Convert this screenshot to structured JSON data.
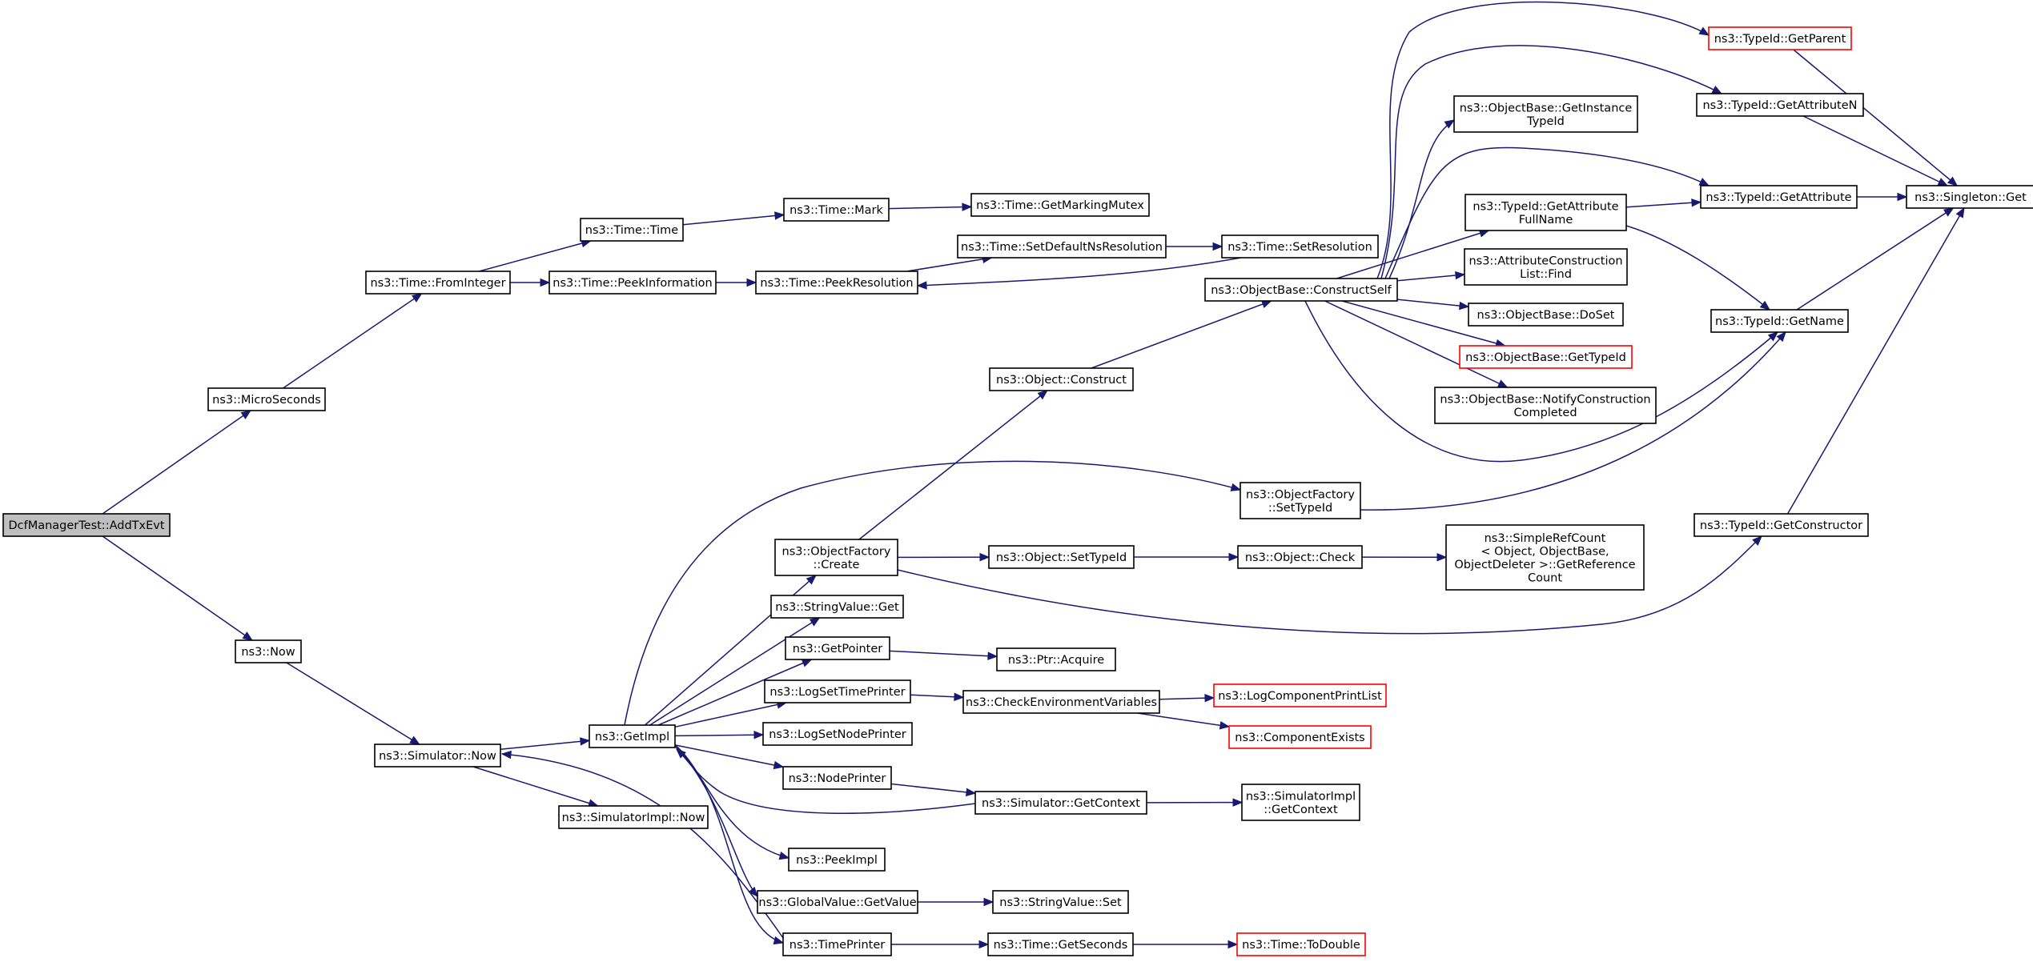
{
  "diagram": {
    "type": "call-graph",
    "root": "DcfManagerTest::AddTxEvt",
    "colors": {
      "edge": "#191970",
      "node_border": "#000000",
      "truncated_node_border": "#ff0000",
      "root_fill": "#bfbfbf"
    },
    "nodes": [
      {
        "id": "root",
        "label": [
          "DcfManagerTest::AddTxEvt"
        ],
        "style": "highlight"
      },
      {
        "id": "micro",
        "label": [
          "ns3::MicroSeconds"
        ]
      },
      {
        "id": "now",
        "label": [
          "ns3::Now"
        ]
      },
      {
        "id": "fromint",
        "label": [
          "ns3::Time::FromInteger"
        ]
      },
      {
        "id": "timetime",
        "label": [
          "ns3::Time::Time"
        ]
      },
      {
        "id": "peekinfo",
        "label": [
          "ns3::Time::PeekInformation"
        ]
      },
      {
        "id": "mark",
        "label": [
          "ns3::Time::Mark"
        ]
      },
      {
        "id": "mutex",
        "label": [
          "ns3::Time::GetMarkingMutex"
        ]
      },
      {
        "id": "peekres",
        "label": [
          "ns3::Time::PeekResolution"
        ]
      },
      {
        "id": "setdefns",
        "label": [
          "ns3::Time::SetDefaultNsResolution"
        ]
      },
      {
        "id": "setres",
        "label": [
          "ns3::Time::SetResolution"
        ]
      },
      {
        "id": "simnow",
        "label": [
          "ns3::Simulator::Now"
        ]
      },
      {
        "id": "getimpl",
        "label": [
          "ns3::GetImpl"
        ]
      },
      {
        "id": "simimplnow",
        "label": [
          "ns3::SimulatorImpl::Now"
        ]
      },
      {
        "id": "ofcreate",
        "label": [
          "ns3::ObjectFactory",
          "::Create"
        ]
      },
      {
        "id": "svget",
        "label": [
          "ns3::StringValue::Get"
        ]
      },
      {
        "id": "getptr",
        "label": [
          "ns3::GetPointer"
        ]
      },
      {
        "id": "logtime",
        "label": [
          "ns3::LogSetTimePrinter"
        ]
      },
      {
        "id": "lognode",
        "label": [
          "ns3::LogSetNodePrinter"
        ]
      },
      {
        "id": "nodeprinter",
        "label": [
          "ns3::NodePrinter"
        ]
      },
      {
        "id": "peekimpl",
        "label": [
          "ns3::PeekImpl"
        ]
      },
      {
        "id": "gvget",
        "label": [
          "ns3::GlobalValue::GetValue"
        ]
      },
      {
        "id": "timeprinter",
        "label": [
          "ns3::TimePrinter"
        ]
      },
      {
        "id": "objconstruct",
        "label": [
          "ns3::Object::Construct"
        ]
      },
      {
        "id": "objsettid",
        "label": [
          "ns3::Object::SetTypeId"
        ]
      },
      {
        "id": "ptracq",
        "label": [
          "ns3::Ptr::Acquire"
        ]
      },
      {
        "id": "checkenv",
        "label": [
          "ns3::CheckEnvironmentVariables"
        ]
      },
      {
        "id": "simgetctx",
        "label": [
          "ns3::Simulator::GetContext"
        ]
      },
      {
        "id": "svset",
        "label": [
          "ns3::StringValue::Set"
        ]
      },
      {
        "id": "getsec",
        "label": [
          "ns3::Time::GetSeconds"
        ]
      },
      {
        "id": "objcheck",
        "label": [
          "ns3::Object::Check"
        ]
      },
      {
        "id": "ofsettid",
        "label": [
          "ns3::ObjectFactory",
          "::SetTypeId"
        ]
      },
      {
        "id": "obconstruct",
        "label": [
          "ns3::ObjectBase::ConstructSelf"
        ]
      },
      {
        "id": "logcomp",
        "label": [
          "ns3::LogComponentPrintList"
        ],
        "style": "truncated"
      },
      {
        "id": "compexists",
        "label": [
          "ns3::ComponentExists"
        ],
        "style": "truncated"
      },
      {
        "id": "simimplctx",
        "label": [
          "ns3::SimulatorImpl",
          "::GetContext"
        ]
      },
      {
        "id": "todouble",
        "label": [
          "ns3::Time::ToDouble"
        ],
        "style": "truncated"
      },
      {
        "id": "srcount",
        "label": [
          "ns3::SimpleRefCount",
          "< Object, ObjectBase,",
          "ObjectDeleter >::GetReference",
          "Count"
        ]
      },
      {
        "id": "obgetinst",
        "label": [
          "ns3::ObjectBase::GetInstance",
          "TypeId"
        ]
      },
      {
        "id": "tidgetattrfull",
        "label": [
          "ns3::TypeId::GetAttribute",
          "FullName"
        ]
      },
      {
        "id": "acfind",
        "label": [
          "ns3::AttributeConstruction",
          "List::Find"
        ]
      },
      {
        "id": "obdoset",
        "label": [
          "ns3::ObjectBase::DoSet"
        ]
      },
      {
        "id": "obgettid",
        "label": [
          "ns3::ObjectBase::GetTypeId"
        ],
        "style": "truncated"
      },
      {
        "id": "obnotify",
        "label": [
          "ns3::ObjectBase::NotifyConstruction",
          "Completed"
        ]
      },
      {
        "id": "tidparent",
        "label": [
          "ns3::TypeId::GetParent"
        ],
        "style": "truncated"
      },
      {
        "id": "tidattrn",
        "label": [
          "ns3::TypeId::GetAttributeN"
        ]
      },
      {
        "id": "tidattr",
        "label": [
          "ns3::TypeId::GetAttribute"
        ]
      },
      {
        "id": "tidname",
        "label": [
          "ns3::TypeId::GetName"
        ]
      },
      {
        "id": "tidctor",
        "label": [
          "ns3::TypeId::GetConstructor"
        ]
      },
      {
        "id": "singleton",
        "label": [
          "ns3::Singleton::Get"
        ]
      }
    ],
    "edges": [
      [
        "root",
        "micro"
      ],
      [
        "root",
        "now"
      ],
      [
        "micro",
        "fromint"
      ],
      [
        "fromint",
        "timetime"
      ],
      [
        "fromint",
        "peekinfo"
      ],
      [
        "timetime",
        "mark"
      ],
      [
        "mark",
        "mutex"
      ],
      [
        "peekinfo",
        "peekres"
      ],
      [
        "peekres",
        "setdefns"
      ],
      [
        "setdefns",
        "setres"
      ],
      [
        "setres",
        "peekres"
      ],
      [
        "now",
        "simnow"
      ],
      [
        "simnow",
        "getimpl"
      ],
      [
        "simnow",
        "simimplnow"
      ],
      [
        "getimpl",
        "ofcreate"
      ],
      [
        "getimpl",
        "svget"
      ],
      [
        "getimpl",
        "getptr"
      ],
      [
        "getimpl",
        "logtime"
      ],
      [
        "getimpl",
        "lognode"
      ],
      [
        "getimpl",
        "nodeprinter"
      ],
      [
        "getimpl",
        "peekimpl"
      ],
      [
        "getimpl",
        "gvget"
      ],
      [
        "getimpl",
        "timeprinter"
      ],
      [
        "getimpl",
        "ofsettid"
      ],
      [
        "ofcreate",
        "objconstruct"
      ],
      [
        "ofcreate",
        "objsettid"
      ],
      [
        "ofcreate",
        "tidctor"
      ],
      [
        "objsettid",
        "objcheck"
      ],
      [
        "objcheck",
        "srcount"
      ],
      [
        "getptr",
        "ptracq"
      ],
      [
        "logtime",
        "checkenv"
      ],
      [
        "checkenv",
        "logcomp"
      ],
      [
        "checkenv",
        "compexists"
      ],
      [
        "nodeprinter",
        "simgetctx"
      ],
      [
        "simgetctx",
        "getimpl"
      ],
      [
        "simgetctx",
        "simimplctx"
      ],
      [
        "gvget",
        "svset"
      ],
      [
        "timeprinter",
        "getsec"
      ],
      [
        "timeprinter",
        "simnow"
      ],
      [
        "getsec",
        "todouble"
      ],
      [
        "objconstruct",
        "obconstruct"
      ],
      [
        "obconstruct",
        "obgetinst"
      ],
      [
        "obconstruct",
        "tidgetattrfull"
      ],
      [
        "obconstruct",
        "acfind"
      ],
      [
        "obconstruct",
        "obdoset"
      ],
      [
        "obconstruct",
        "obgettid"
      ],
      [
        "obconstruct",
        "obnotify"
      ],
      [
        "obconstruct",
        "tidparent"
      ],
      [
        "obconstruct",
        "tidattrn"
      ],
      [
        "obconstruct",
        "tidattr"
      ],
      [
        "obconstruct",
        "tidname"
      ],
      [
        "tidgetattrfull",
        "tidattr"
      ],
      [
        "tidgetattrfull",
        "tidname"
      ],
      [
        "ofsettid",
        "tidname"
      ],
      [
        "tidparent",
        "singleton"
      ],
      [
        "tidattrn",
        "singleton"
      ],
      [
        "tidattr",
        "singleton"
      ],
      [
        "tidname",
        "singleton"
      ],
      [
        "tidctor",
        "singleton"
      ]
    ]
  }
}
